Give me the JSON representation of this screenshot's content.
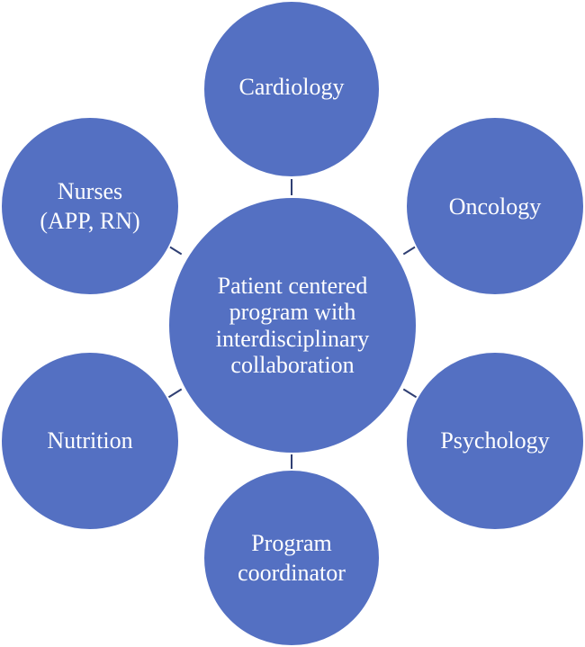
{
  "diagram": {
    "center": {
      "label": "Patient centered\nprogram with\ninterdisciplinary\ncollaboration"
    },
    "nodes": {
      "cardiology": {
        "label": "Cardiology"
      },
      "oncology": {
        "label": "Oncology"
      },
      "psychology": {
        "label": "Psychology"
      },
      "program_coordinator": {
        "label": "Program\ncoordinator"
      },
      "nutrition": {
        "label": "Nutrition"
      },
      "nurses": {
        "label": "Nurses\n(APP, RN)"
      }
    },
    "colors": {
      "node_fill": "#5470c2",
      "node_text": "#ffffff",
      "connector": "#2f3f73"
    }
  }
}
